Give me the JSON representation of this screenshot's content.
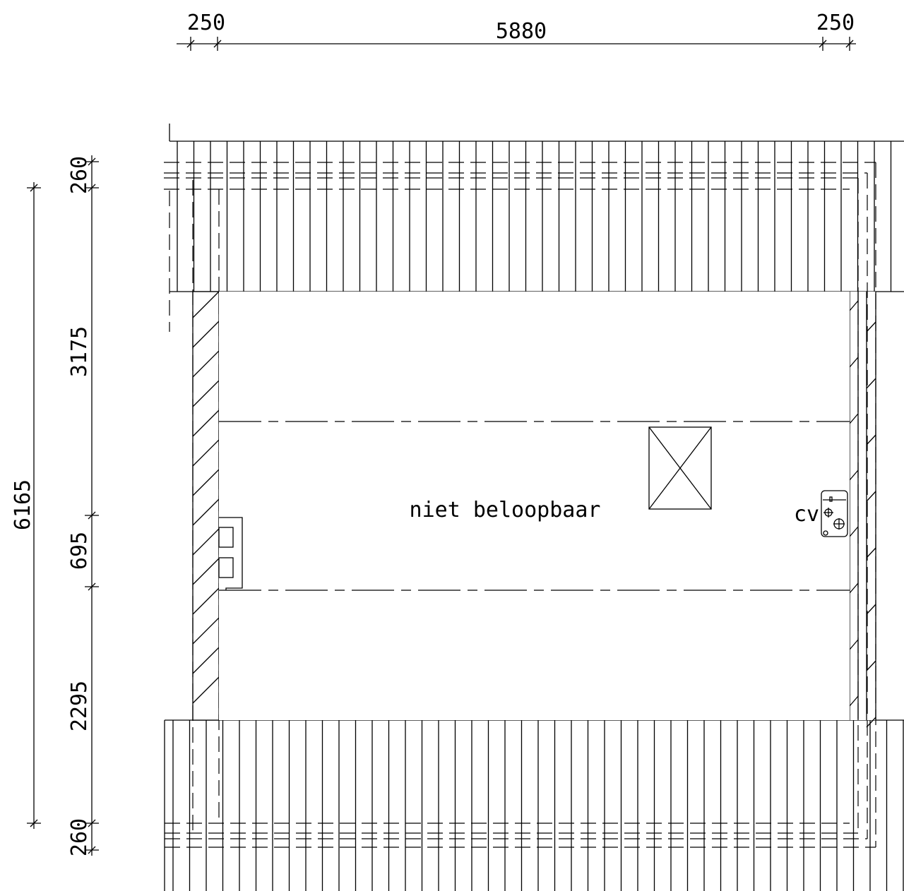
{
  "dimensions": {
    "top": [
      "250",
      "5880",
      "250"
    ],
    "left_total": "6165",
    "left_parts": [
      "260",
      "3175",
      "695",
      "2295",
      "260"
    ]
  },
  "labels": {
    "room": "niet beloopbaar",
    "boiler": "cv"
  },
  "symbols": {
    "roof_tiles": "roof-tile-hatching",
    "roof_window": "skylight-cross",
    "chimney": "chimney-flue",
    "boiler": "cv-boiler-icon"
  },
  "colors": {
    "line": "#000000",
    "background": "#ffffff"
  }
}
